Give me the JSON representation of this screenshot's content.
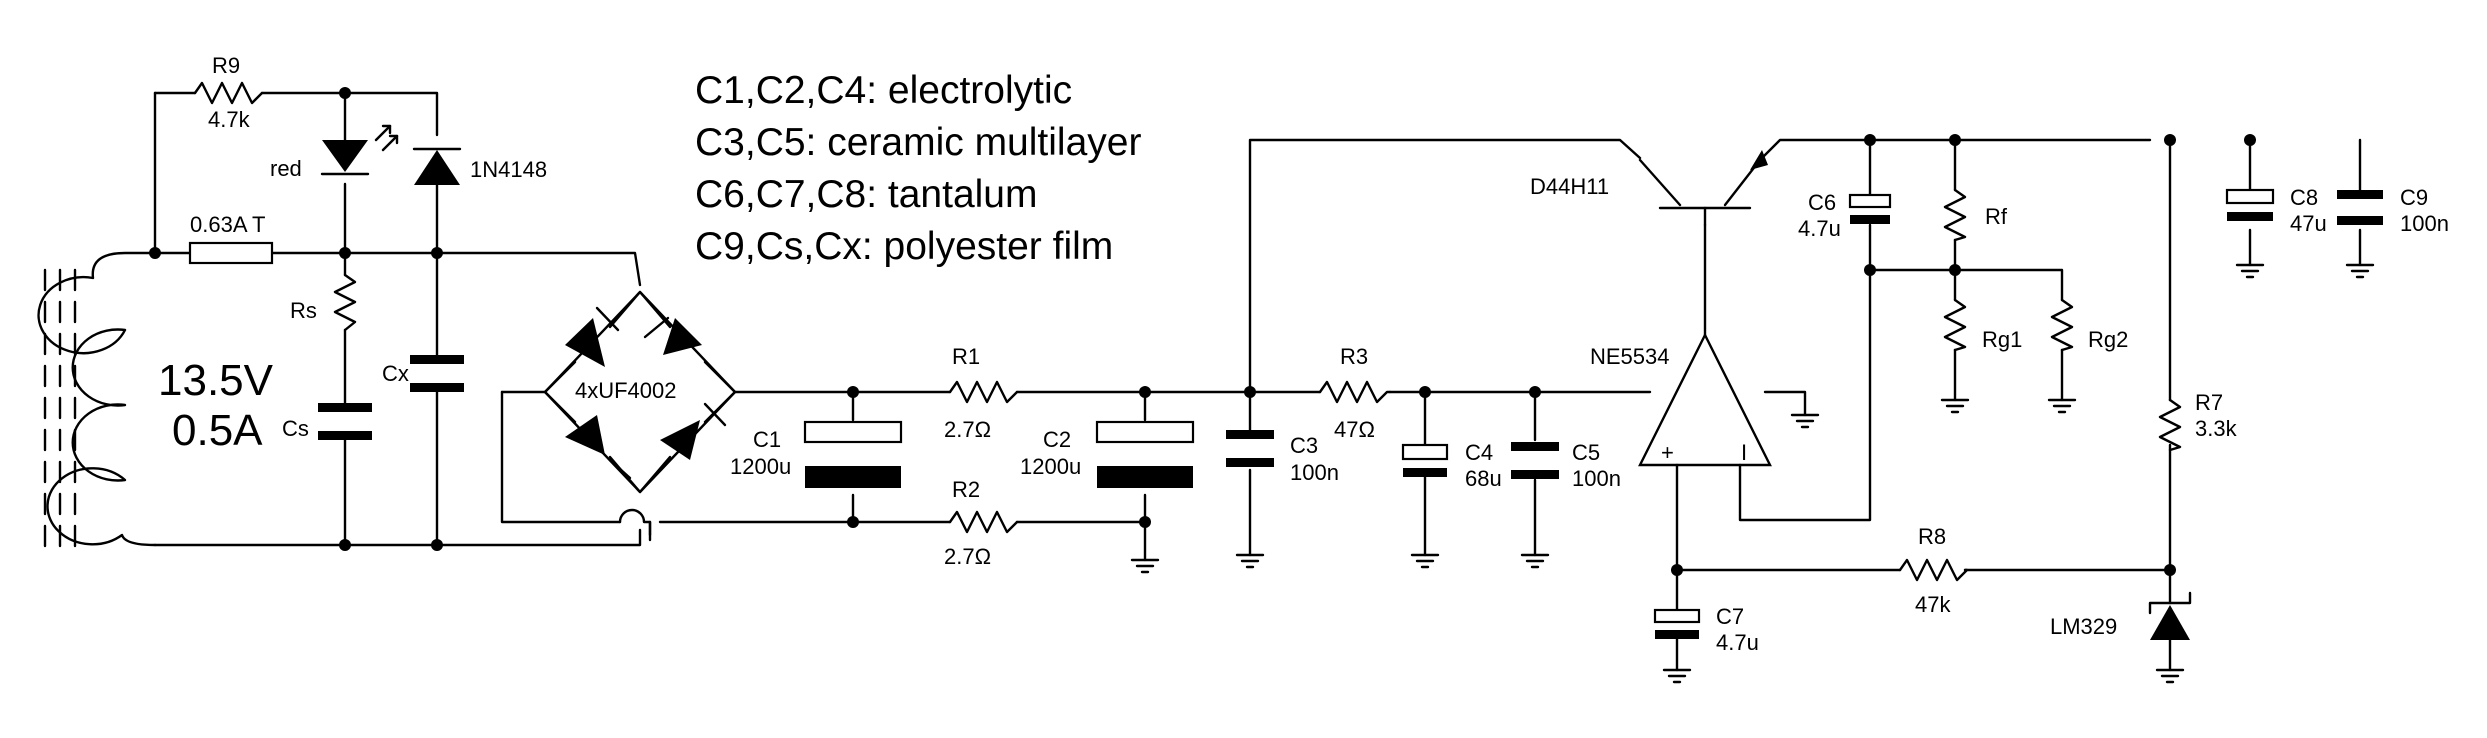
{
  "notes": [
    "C1,C2,C4: electrolytic",
    "C3,C5: ceramic multilayer",
    "C6,C7,C8: tantalum",
    "C9,Cs,Cx: polyester film"
  ],
  "transformer": {
    "voltage": "13.5V",
    "current": "0.5A"
  },
  "fuse": {
    "label": "0.63A T"
  },
  "bridge": {
    "label": "4xUF4002"
  },
  "components": {
    "R9": {
      "name": "R9",
      "value": "4.7k"
    },
    "LED": {
      "name": "red"
    },
    "D1": {
      "name": "1N4148"
    },
    "Rs": {
      "name": "Rs"
    },
    "Cs": {
      "name": "Cs"
    },
    "Cx": {
      "name": "Cx"
    },
    "R1": {
      "name": "R1",
      "value": "2.7Ω"
    },
    "R2": {
      "name": "R2",
      "value": "2.7Ω"
    },
    "C1": {
      "name": "C1",
      "value": "1200u"
    },
    "C2": {
      "name": "C2",
      "value": "1200u"
    },
    "C3": {
      "name": "C3",
      "value": "100n"
    },
    "R3": {
      "name": "R3",
      "value": "47Ω"
    },
    "C4": {
      "name": "C4",
      "value": "68u"
    },
    "C5": {
      "name": "C5",
      "value": "100n"
    },
    "Q1": {
      "name": "D44H11"
    },
    "U1": {
      "name": "NE5534",
      "plus": "+",
      "minus": "I"
    },
    "C6": {
      "name": "C6",
      "value": "4.7u"
    },
    "Rf": {
      "name": "Rf"
    },
    "Rg1": {
      "name": "Rg1"
    },
    "Rg2": {
      "name": "Rg2"
    },
    "C8": {
      "name": "C8",
      "value": "47u"
    },
    "C9": {
      "name": "C9",
      "value": "100n"
    },
    "R7": {
      "name": "R7",
      "value": "3.3k"
    },
    "R8": {
      "name": "R8",
      "value": "47k"
    },
    "C7": {
      "name": "C7",
      "value": "4.7u"
    },
    "Z1": {
      "name": "LM329"
    }
  }
}
